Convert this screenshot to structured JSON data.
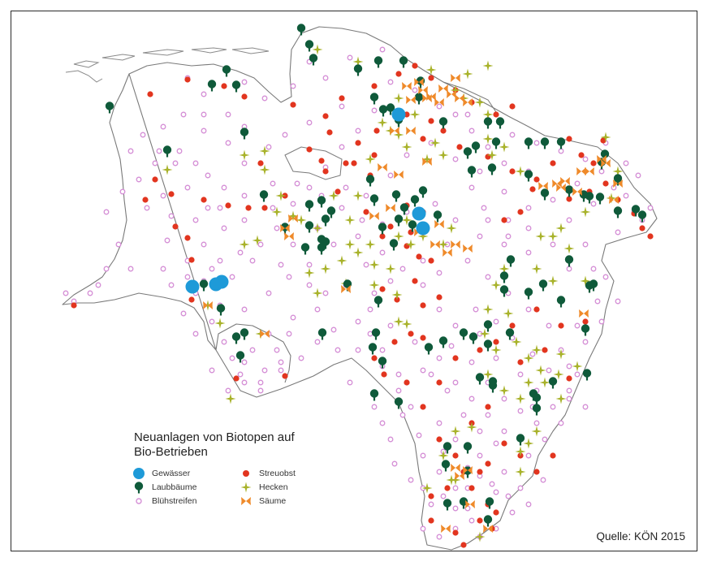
{
  "legend": {
    "title_line1": "Neuanlagen von Biotopen auf",
    "title_line2": "Bio-Betrieben",
    "items": [
      {
        "label": "Gewässer",
        "symbol": "blue-circle",
        "color": "#1e9ad8"
      },
      {
        "label": "Streuobst",
        "symbol": "red-dot",
        "color": "#e2351f"
      },
      {
        "label": "Laubbäume",
        "symbol": "tree-icon",
        "color": "#0f5a3a"
      },
      {
        "label": "Hecken",
        "symbol": "four-point-star-icon",
        "color": "#a8b22a"
      },
      {
        "label": "Blühstreifen",
        "symbol": "pink-ring",
        "color": "#d58fd6"
      },
      {
        "label": "Säume",
        "symbol": "butterfly-icon",
        "color": "#ef8a2a"
      }
    ]
  },
  "source": "Quelle: KÖN 2015"
}
